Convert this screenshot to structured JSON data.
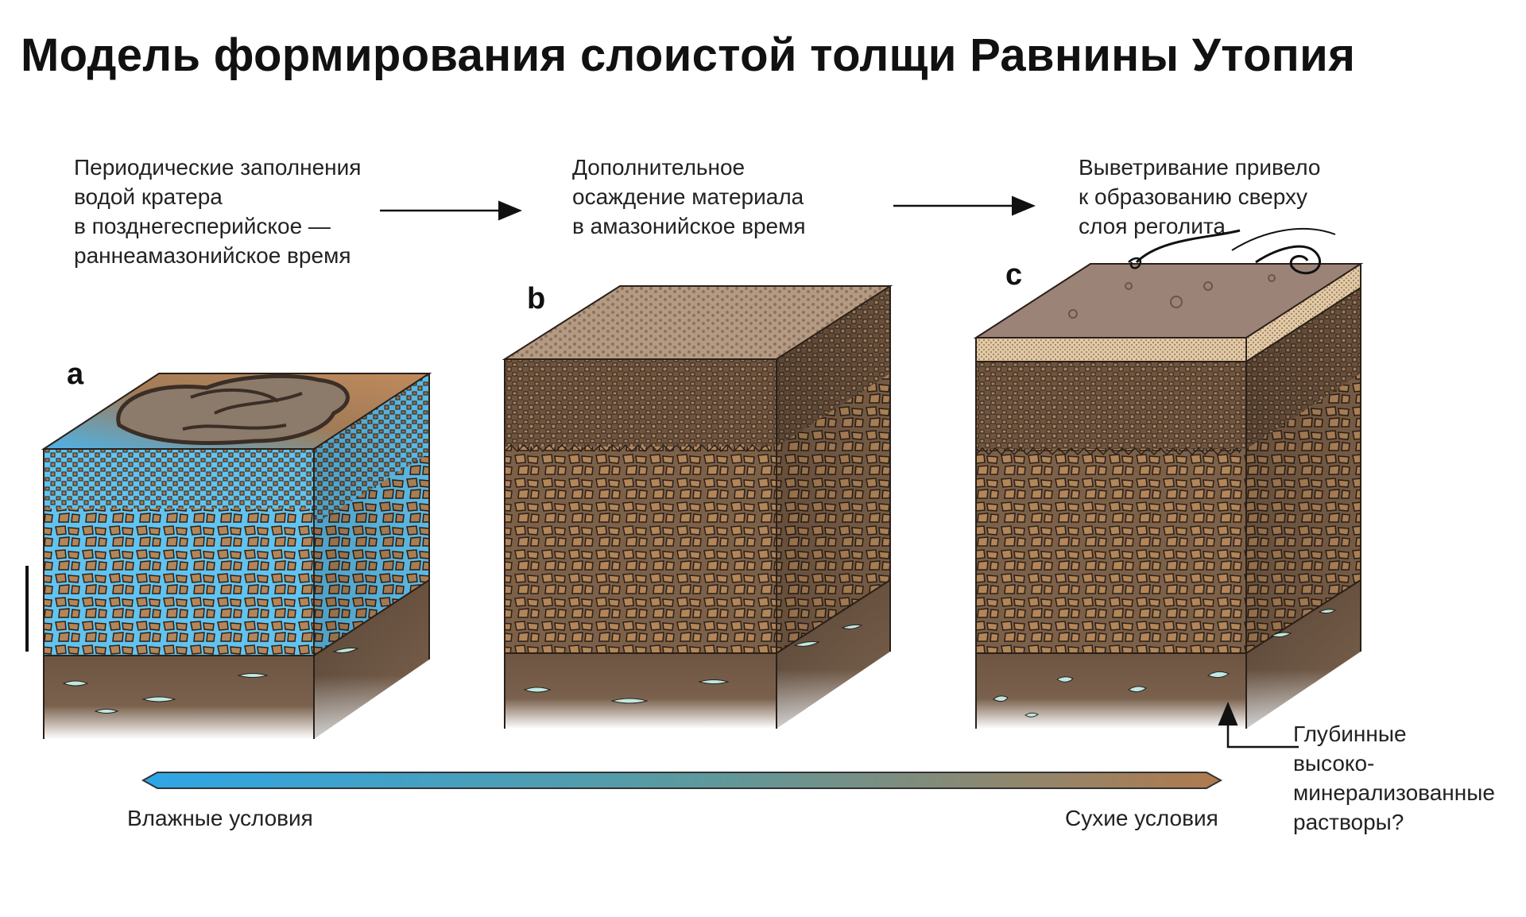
{
  "title": "Модель формирования слоистой толщи Равнины Утопия",
  "stages": [
    {
      "label": "a",
      "caption": [
        "Периодические заполнения",
        "водой кратера",
        "в позднегесперийское —",
        "раннеамазонийское время"
      ]
    },
    {
      "label": "b",
      "caption": [
        "Дополнительное",
        "осаждение материала",
        "в амазонийское время"
      ]
    },
    {
      "label": "c",
      "caption": [
        "Выветривание привело",
        "к образованию сверху",
        "слоя реголита"
      ]
    }
  ],
  "callout": [
    "Глубинные",
    "высоко-",
    "минерализованные",
    "растворы?"
  ],
  "gradient": {
    "left_label": "Влажные условия",
    "right_label": "Сухие условия",
    "colors": [
      "#2ea6e6",
      "#b07a4e"
    ]
  },
  "colors": {
    "water": "#62c3ef",
    "clast": "#b3865a",
    "matrix_dry": "#8c6a4d",
    "bedrock": "#6e5542",
    "brine": "#bfe8e4",
    "regolith": "#e2c9a6",
    "top_surface": "#9c8377"
  }
}
